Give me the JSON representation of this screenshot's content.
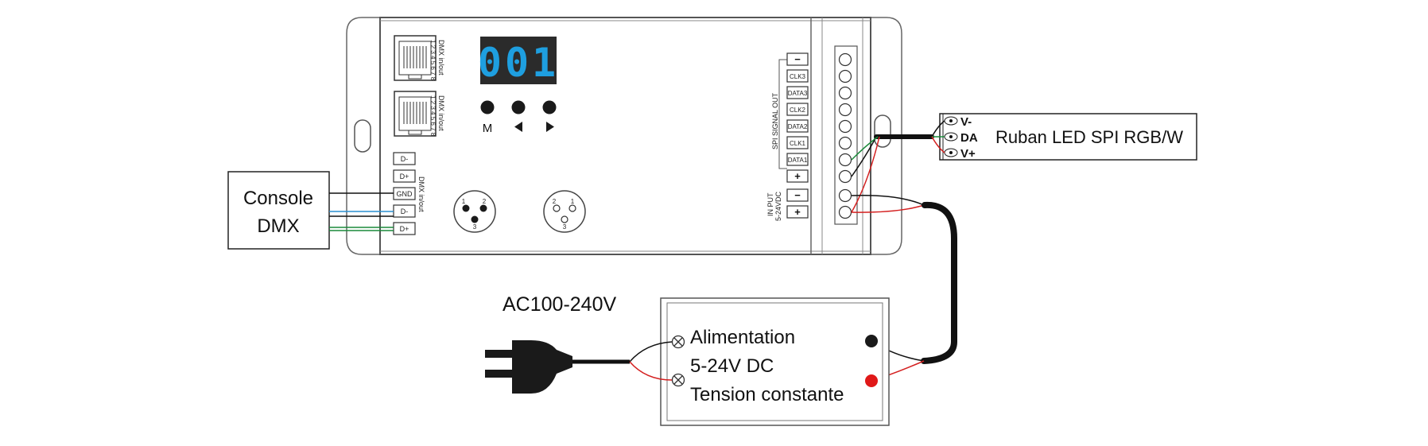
{
  "display": {
    "value": "001"
  },
  "buttons": {
    "m": "M"
  },
  "controller": {
    "rj45_top_label": "DMX in/out",
    "rj45_bottom_label": "DMX in/out",
    "rj45_pins": "1 2 3 4 5 6 7 8",
    "dmx_terminals": [
      "D-",
      "D+",
      "GND",
      "D-",
      "D+"
    ],
    "dmx_terminal_label": "DMX in/out",
    "xlr1_pins": [
      "1",
      "2",
      "3"
    ],
    "xlr2_pins": [
      "2",
      "1",
      "3"
    ],
    "spi_terminals": [
      "−",
      "CLK3",
      "DATA3",
      "CLK2",
      "DATA2",
      "CLK1",
      "DATA1",
      "+"
    ],
    "spi_label": "SPI SIGNAL OUT",
    "input_terminals": [
      "−",
      "+"
    ],
    "input_label_1": "IN PUT",
    "input_label_2": "5-24VDC"
  },
  "console": {
    "line1": "Console",
    "line2": "DMX"
  },
  "led_strip": {
    "label": "Ruban LED SPI RGB/W",
    "pins": [
      "V-",
      "DA",
      "V+"
    ]
  },
  "power_supply": {
    "line1": "Alimentation",
    "line2": "5-24V DC",
    "line3": "Tension constante"
  },
  "ac_label": "AC100-240V",
  "colors": {
    "display_bg": "#2b2b2b",
    "display_digits": "#1e9fe0",
    "wire_red": "#d42020",
    "wire_green": "#1a8a3a",
    "wire_blue": "#2a8fd0",
    "wire_black": "#111111"
  }
}
